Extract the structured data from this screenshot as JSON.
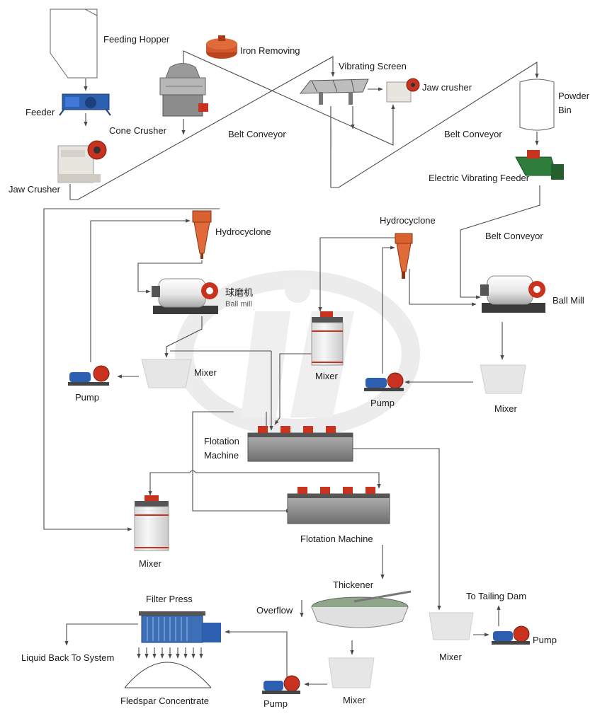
{
  "labels": {
    "feeding_hopper": "Feeding Hopper",
    "feeder": "Feeder",
    "jaw_crusher_1": "Jaw Crusher",
    "cone_crusher": "Cone Crusher",
    "iron_removing": "Iron Removing",
    "belt_conveyor_1": "Belt Conveyor",
    "vibrating_screen": "Vibrating Screen",
    "jaw_crusher_2": "Jaw crusher",
    "powder_bin_1": "Powder",
    "powder_bin_2": "Bin",
    "belt_conveyor_2": "Belt Conveyor",
    "electric_vibrating_feeder": "Electric Vibrating Feeder",
    "hydrocyclone_1": "Hydrocyclone",
    "hydrocyclone_2": "Hydrocyclone",
    "belt_conveyor_3": "Belt Conveyor",
    "ball_mill_cn": "球磨机",
    "ball_mill_en": "Ball mill",
    "ball_mill_2": "Ball Mill",
    "mixer_1": "Mixer",
    "mixer_2": "Mixer",
    "mixer_3": "Mixer",
    "pump_1": "Pump",
    "pump_2": "Pump",
    "flotation_machine_1a": "Flotation",
    "flotation_machine_1b": "Machine",
    "mixer_4": "Mixer",
    "flotation_machine_2": "Flotation Machine",
    "thickener": "Thickener",
    "to_tailing_dam": "To Tailing Dam",
    "overflow": "Overflow",
    "filter_press": "Filter Press",
    "liquid_back": "Liquid Back To System",
    "pump_3": "Pump",
    "mixer_5": "Mixer",
    "fledspar_concentrate": "Fledspar Concentrate",
    "pump_4": "Pump",
    "mixer_6": "Mixer"
  },
  "colors": {
    "line": "#4a4a4a",
    "machine_blue": "#2d5fb0",
    "machine_red": "#c8321e",
    "iron_orange": "#d2572a",
    "steel_gray": "#9a9a9a",
    "feeder_green": "#2e7d3a",
    "tank_white": "#f2f2f2",
    "watermark": "#ececec"
  }
}
